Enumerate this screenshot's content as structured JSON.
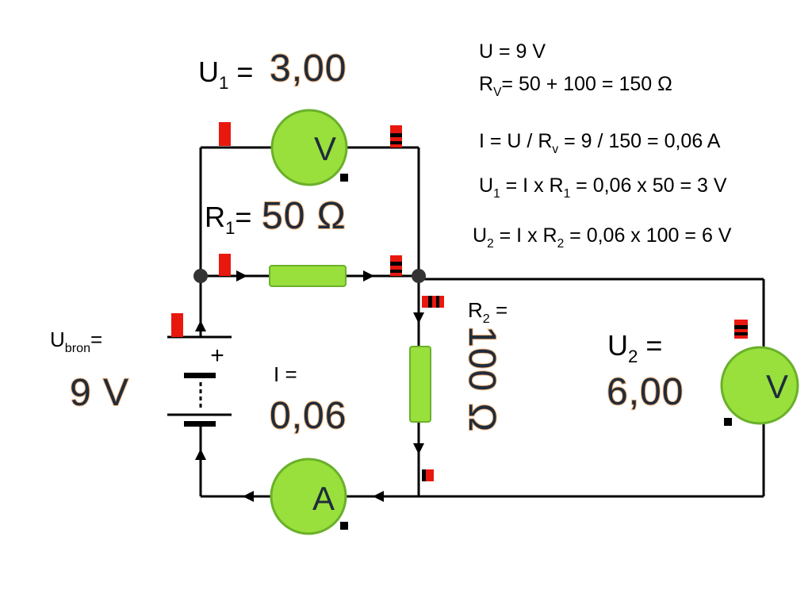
{
  "calculations": {
    "line1": {
      "main": "U = 9 V"
    },
    "line2": {
      "pre": "R",
      "sub": "V",
      "post": "= 50 + 100 = 150 Ω"
    },
    "line3": {
      "pre": "I = U / R",
      "sub": "v",
      "post": " =  9 / 150 = 0,06 A"
    },
    "line4": {
      "a": "U",
      "a_sub": "1",
      "b": " = I x R",
      "b_sub": "1",
      "c": " = 0,06 x 50 = 3 V"
    },
    "line5": {
      "a": "U",
      "a_sub": "2",
      "b": " = I x R",
      "b_sub": "2",
      "c": " = 0,06 x 100 = 6 V"
    }
  },
  "labels": {
    "u1": {
      "pre": "U",
      "sub": "1",
      "post": " ="
    },
    "r1": {
      "pre": "R",
      "sub": "1",
      "post": "="
    },
    "r2": {
      "pre": "R",
      "sub": "2",
      "post": " ="
    },
    "u2": {
      "pre": "U",
      "sub": "2",
      "post": " ="
    },
    "ubron": {
      "pre": "U",
      "sub": "bron",
      "post": "="
    },
    "current": "I ="
  },
  "readouts": {
    "u1_value": "3,00",
    "r1_value": "50 Ω",
    "r2_value": "100 Ω",
    "u2_value": "6,00",
    "source_value": "9 V",
    "current_value": "0,06"
  },
  "meters": {
    "voltmeter_top": "V",
    "voltmeter_right": "V",
    "ammeter": "A"
  },
  "battery": {
    "plus_sign": "+"
  },
  "colors": {
    "meter_fill": "#99e03c",
    "meter_stroke": "#6ab02a",
    "resistor_fill": "#99e03c",
    "terminal_red": "#e8180f",
    "wire": "#000000",
    "readout_text": "#1f2c3c"
  }
}
